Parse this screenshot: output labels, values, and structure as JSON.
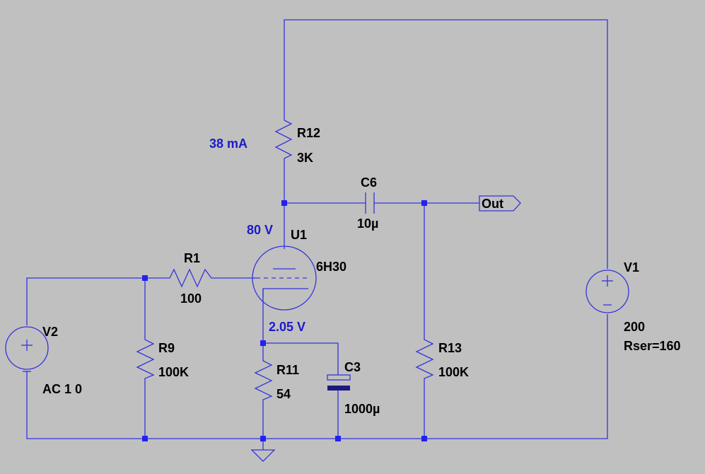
{
  "schematic": {
    "annotations": {
      "current_r12": "38 mA",
      "plate_voltage": "80 V",
      "cathode_voltage": "2.05 V"
    },
    "components": {
      "r12": {
        "ref": "R12",
        "value": "3K"
      },
      "c6": {
        "ref": "C6",
        "value": "10µ"
      },
      "u1": {
        "ref": "U1",
        "value": "6H30"
      },
      "r1": {
        "ref": "R1",
        "value": "100"
      },
      "r9": {
        "ref": "R9",
        "value": "100K"
      },
      "r11": {
        "ref": "R11",
        "value": "54"
      },
      "c3": {
        "ref": "C3",
        "value": "1000µ"
      },
      "r13": {
        "ref": "R13",
        "value": "100K"
      },
      "v1": {
        "ref": "V1",
        "value": "200",
        "value2": "Rser=160"
      },
      "v2": {
        "ref": "V2",
        "value": "AC 1 0"
      }
    },
    "net_label_out": "Out",
    "colors": {
      "background": "#c0c0c0",
      "wire": "#3333dd",
      "annotation": "#1a1acc",
      "capacitor_plate": "#1a1a80"
    }
  }
}
